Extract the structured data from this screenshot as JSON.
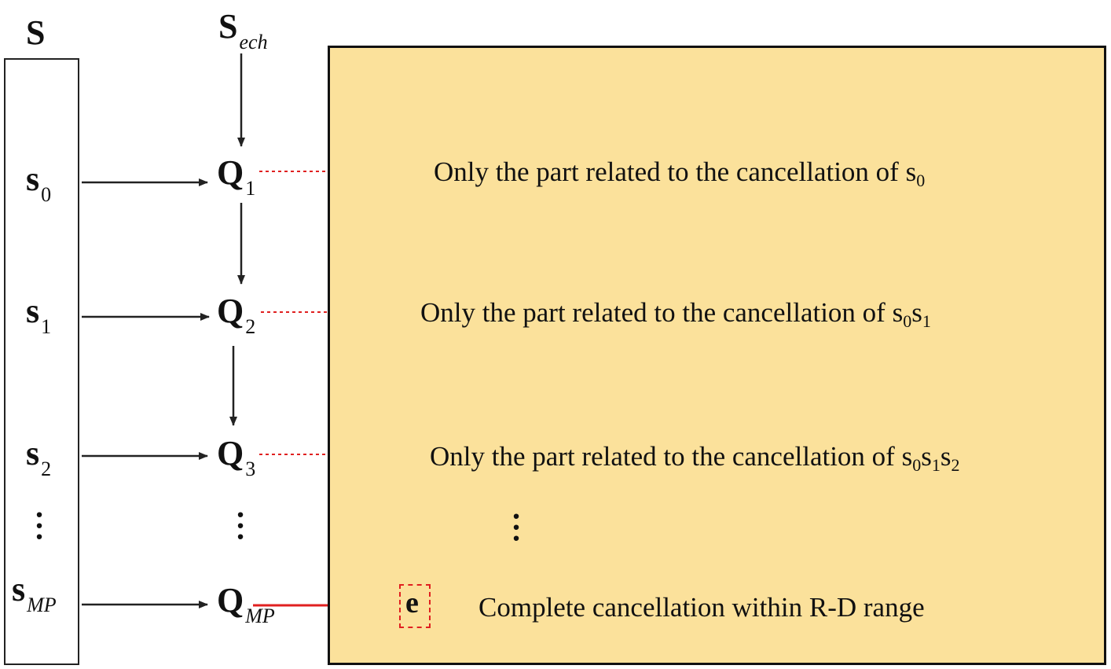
{
  "column": {
    "title": "S"
  },
  "top_source": {
    "base": "S",
    "sub": "ech"
  },
  "rows": [
    {
      "s_base": "s",
      "s_sub": "0",
      "q_base": "Q",
      "q_sub": "1",
      "text": "Only the part related to the cancellation of ",
      "terms": [
        {
          "b": "s",
          "s": "0"
        }
      ]
    },
    {
      "s_base": "s",
      "s_sub": "1",
      "q_base": "Q",
      "q_sub": "2",
      "text": "Only the part related to the cancellation of ",
      "terms": [
        {
          "b": "s",
          "s": "0"
        },
        {
          "b": "s",
          "s": "1"
        }
      ]
    },
    {
      "s_base": "s",
      "s_sub": "2",
      "q_base": "Q",
      "q_sub": "3",
      "text": "Only the part related to the cancellation of ",
      "terms": [
        {
          "b": "s",
          "s": "0"
        },
        {
          "b": "s",
          "s": "1"
        },
        {
          "b": "s",
          "s": "2"
        }
      ]
    }
  ],
  "last_row": {
    "s_base": "s",
    "s_sub": "MP",
    "q_base": "Q",
    "q_sub": "MP",
    "result": "e",
    "text": "Complete cancellation within R-D range"
  },
  "colors": {
    "panel_fill": "#fbe19b",
    "panel_border": "#111111",
    "arrow_black": "#222222",
    "arrow_red": "#e02020"
  }
}
